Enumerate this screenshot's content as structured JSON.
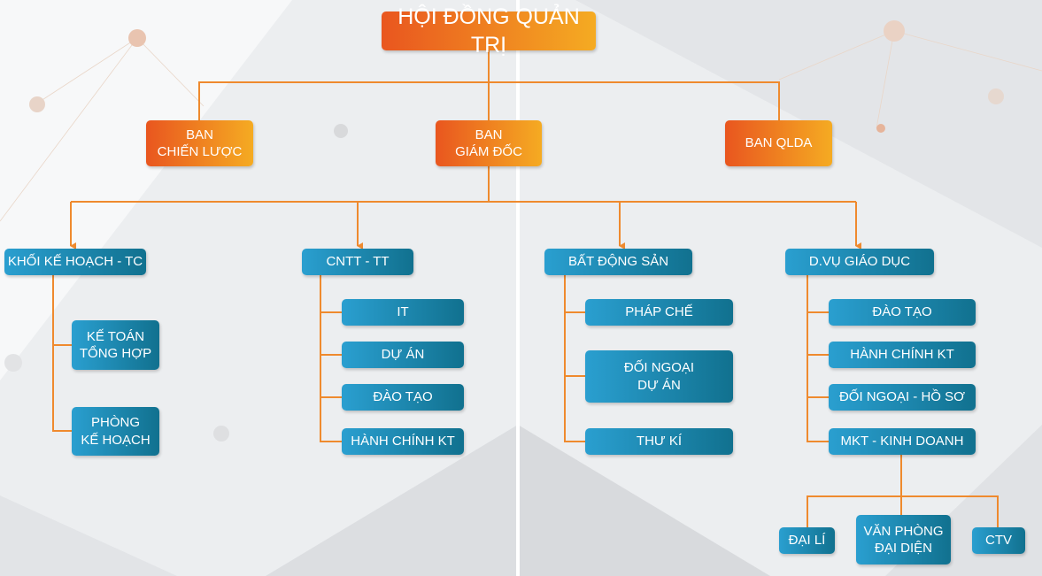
{
  "colors": {
    "orange_start": "#e9561f",
    "orange_end": "#f5ab22",
    "blue_start": "#2a9fd0",
    "blue_end": "#11718f",
    "connector": "#ef8a2e"
  },
  "root": "HỘI ĐỒNG QUẢN TRỊ",
  "level1": {
    "strategy": "BAN\nCHIẾN LƯỢC",
    "directors": "BAN\nGIÁM ĐỐC",
    "project_mgmt": "BAN QLDA"
  },
  "divisions": [
    {
      "name": "KHỐI KẾ HOẠCH - TC",
      "children": [
        "KẾ TOÁN\nTỔNG HỢP",
        "PHÒNG\nKẾ HOẠCH"
      ]
    },
    {
      "name": "CNTT - TT",
      "children": [
        "IT",
        "DỰ ÁN",
        "ĐÀO TẠO",
        "HÀNH CHÍNH KT"
      ]
    },
    {
      "name": "BẤT ĐỘNG SẢN",
      "children": [
        "PHÁP CHẾ",
        "ĐỐI NGOẠI\nDỰ ÁN",
        "THƯ KÍ"
      ]
    },
    {
      "name": "D.VỤ GIÁO DỤC",
      "children": [
        "ĐÀO TẠO",
        "HÀNH CHÍNH KT",
        "ĐỐI NGOẠI - HỒ SƠ",
        "MKT - KINH DOANH"
      ]
    }
  ],
  "marketing_children": [
    "ĐẠI LÍ",
    "VĂN PHÒNG\nĐẠI DIỆN",
    "CTV"
  ]
}
